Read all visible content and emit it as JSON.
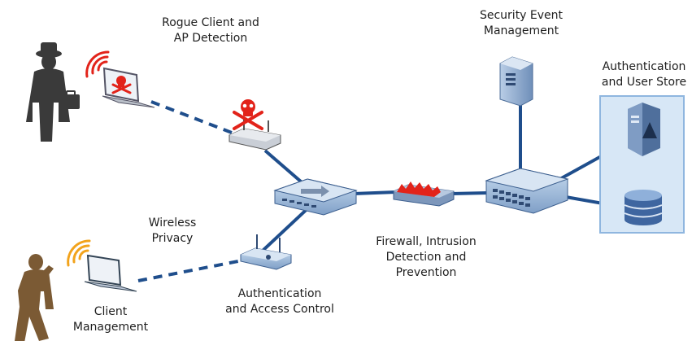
{
  "labels": {
    "rogue": [
      "Rogue Client and",
      "AP Detection"
    ],
    "security_event": [
      "Security Event",
      "Management"
    ],
    "auth_store": [
      "Authentication",
      "and User Store"
    ],
    "wireless_privacy": [
      "Wireless",
      "Privacy"
    ],
    "firewall": [
      "Firewall, Intrusion",
      "Detection and",
      "Prevention"
    ],
    "auth_access": [
      "Authentication",
      "and Access Control"
    ],
    "client_mgmt": [
      "Client",
      "Management"
    ]
  },
  "colors": {
    "line": "#1f4e8c",
    "device_blue": "#9db8d9",
    "device_dark": "#3c5f8f",
    "firewall_red": "#e2231a",
    "rogue_red": "#e2231a",
    "signal_orange": "#f2a31c",
    "store_panel": "#d7e7f6",
    "store_border": "#8fb6df",
    "silhouette_dark": "#3a3a3a",
    "silhouette_brown": "#7b5a34"
  }
}
